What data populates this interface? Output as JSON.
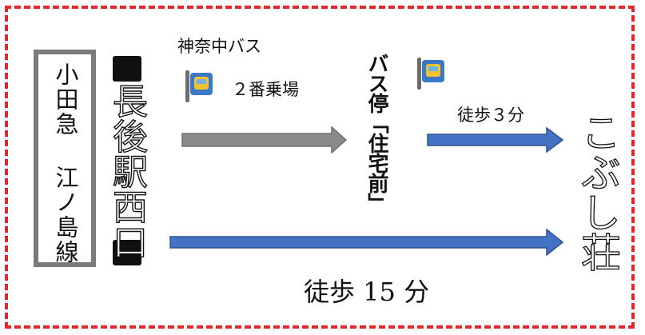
{
  "line_name": "小田急 江ノ島線",
  "station": {
    "bracket_open": "【",
    "name": "長後駅西口",
    "bracket_close": "】"
  },
  "bus_company": "神奈中バス",
  "bus_platform": "２番乗場",
  "bus_stop": "バス停「住宅前」",
  "walk_short": "徒歩３分",
  "walk_long": "徒歩 15 分",
  "destination": "こぶし荘",
  "icons": [
    "bus-stop-icon",
    "bus-stop-icon"
  ],
  "colors": {
    "frame": "#e3262a",
    "bus_arrow": "#7f7f7f",
    "walk_arrow": "#3f6fbf"
  }
}
